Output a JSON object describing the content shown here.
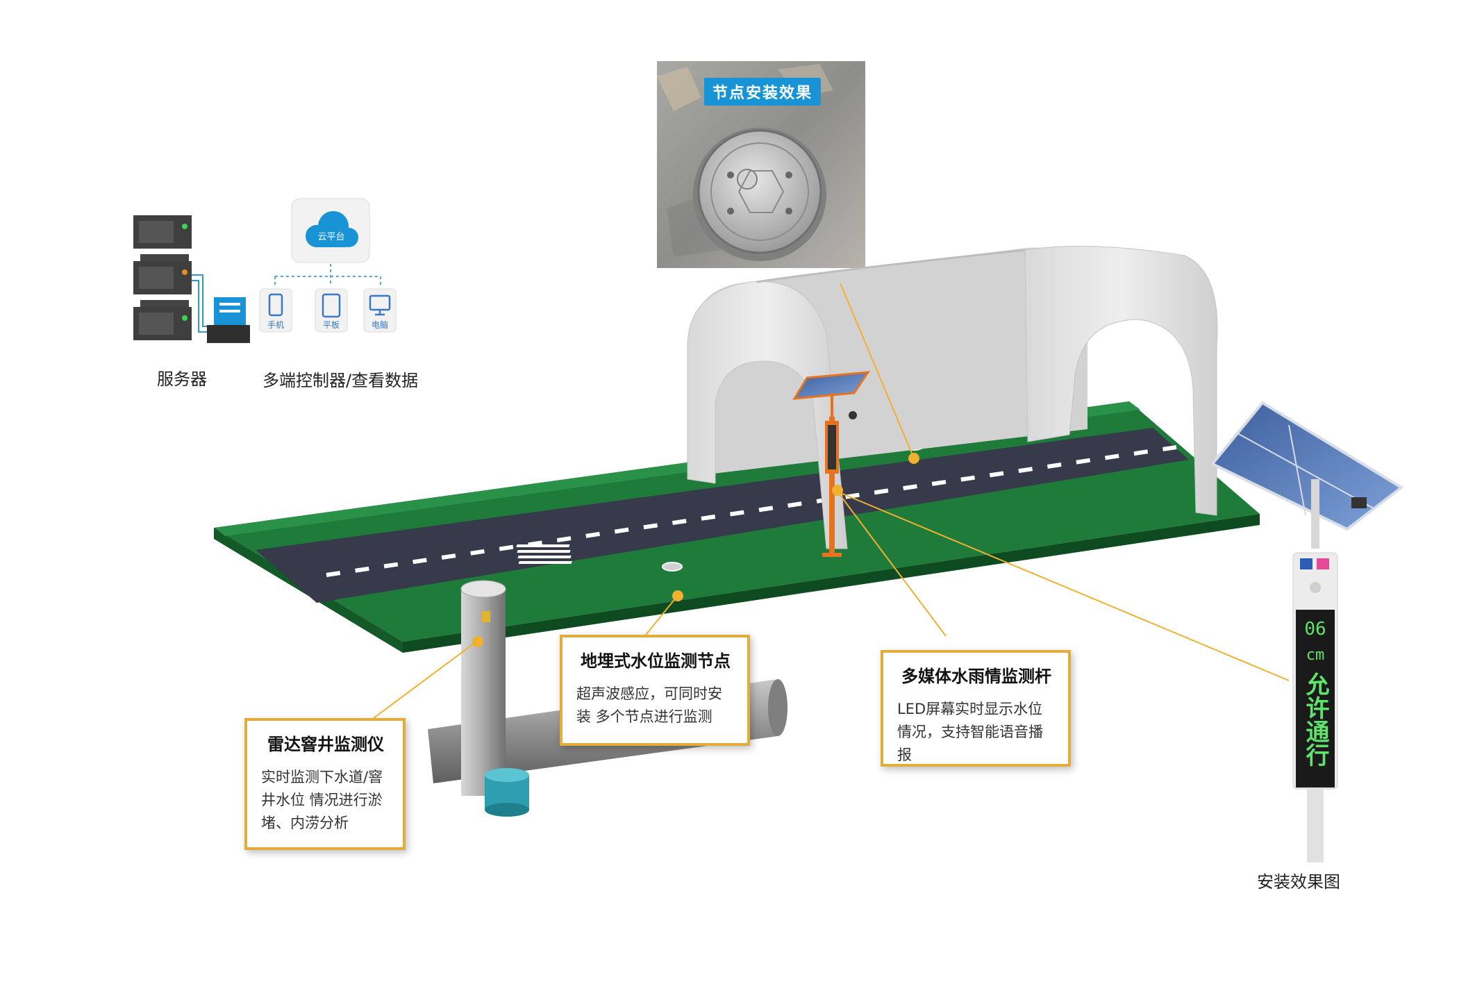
{
  "captions": {
    "server": "服务器",
    "multi_terminal": "多端控制器/查看数据",
    "install_effect": "安装效果图"
  },
  "cloud": {
    "label": "云平台"
  },
  "devices": [
    {
      "label": "手机",
      "icon": "phone-icon"
    },
    {
      "label": "平板",
      "icon": "tablet-icon"
    },
    {
      "label": "电脑",
      "icon": "monitor-icon"
    }
  ],
  "photo": {
    "label": "节点安装效果"
  },
  "callouts": {
    "radar": {
      "title": "雷达窨井监测仪",
      "body": "实时监测下水道/窨井水位 情况进行淤堵、内涝分析"
    },
    "buried": {
      "title": "地埋式水位监测节点",
      "body": "超声波感应，可同时安装 多个节点进行监测"
    },
    "pole": {
      "title": "多媒体水雨情监测杆",
      "body": "LED屏幕实时显示水位情况，支持智能语音播报"
    }
  },
  "led_display": {
    "value": "06",
    "unit": "cm",
    "status": "允许通行"
  },
  "colors": {
    "grass": "#1e7b3a",
    "road": "#363a4a",
    "callout_border": "#e1ae3c",
    "pole_orange": "#e8731e",
    "cloud_blue": "#1793d6",
    "leader_line": "#f0b030"
  }
}
